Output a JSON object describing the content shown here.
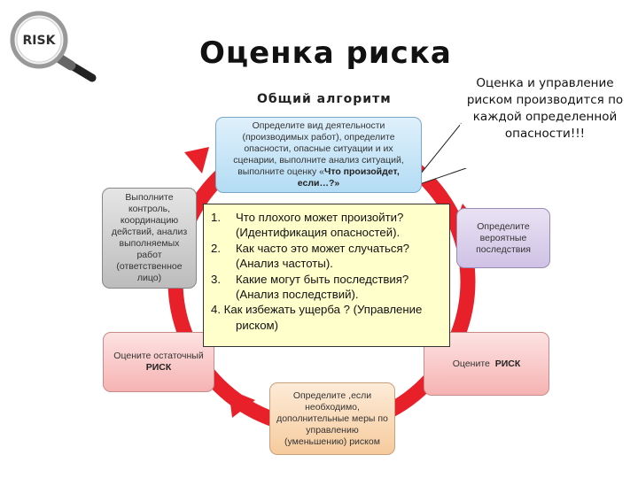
{
  "title": "Оценка риска",
  "subtitle": "Общий алгоритм",
  "logo": {
    "text": "RISK",
    "icon": "magnifier-icon"
  },
  "steps": {
    "identify": {
      "text": "Определите вид деятельности (производимых работ), определите опасности, опасные ситуации и их сценарии, выполните анализ ситуаций, выполните оценку «",
      "bold": "Что произойдет, если…?»"
    },
    "probability": {
      "text": "Определите вероятные последствия"
    },
    "assess": {
      "text": "Оцените",
      "bold": "РИСК"
    },
    "measures": {
      "text": "Определите ,если необходимо, дополнительные меры по управлению (уменьшению) риском"
    },
    "residual": {
      "text": "Оцените остаточный",
      "bold": "РИСК"
    },
    "control": {
      "text": "Выполните контроль, координацию действий, анализ выполняемых работ (ответственное лицо)"
    }
  },
  "questions": [
    {
      "num": "1.",
      "text": "Что плохого может произойти?",
      "sub": "(Идентификация опасностей)."
    },
    {
      "num": "2.",
      "text": "Как часто это может случаться?",
      "sub": "(Анализ частоты)."
    },
    {
      "num": "3.",
      "text": "Какие могут быть последствия?",
      "sub": "(Анализ последствий)."
    },
    {
      "num": "4.",
      "text": "Как избежать ущерба ? (Управление",
      "sub": "риском)"
    }
  ],
  "callout": "Оценка и управление риском производится по каждой определенной опасности!!!",
  "colors": {
    "ring": "#e8202a",
    "question_box": "#ffffcc"
  }
}
